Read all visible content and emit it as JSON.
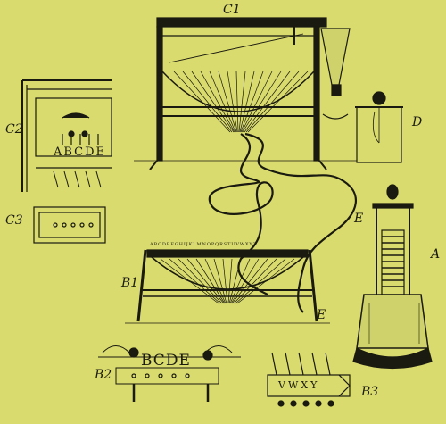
{
  "figure_labels": {
    "c1": "C1",
    "c2": "C2",
    "c3": "C3",
    "d": "D",
    "e_upper": "E",
    "e_lower": "E",
    "a": "A",
    "b1": "B1",
    "b2": "B2",
    "b3": "B3"
  },
  "inscriptions": {
    "c2_letters": "ABCDE",
    "b1_alphabet": "ABCDEFGHIJKLMNOPQRSTUVWXYZ",
    "b2_letters": "BCDE",
    "b3_letters": "VWXY"
  },
  "colors": {
    "paper": "#d9db6e",
    "ink": "#1a1a10"
  }
}
